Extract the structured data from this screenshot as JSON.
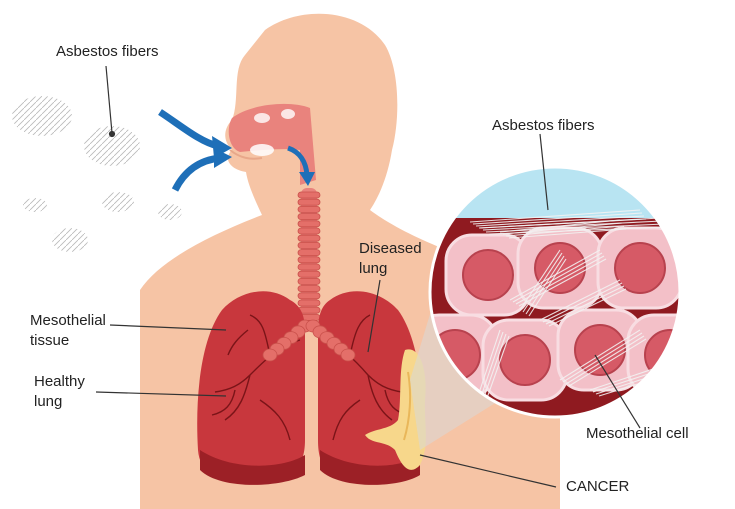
{
  "labels": {
    "fibers_left": "Asbestos fibers",
    "fibers_zoom": "Asbestos fibers",
    "diseased_lung": "Diseased\nlung",
    "mesothelial_tissue": "Mesothelial\ntissue",
    "healthy_lung": "Healthy\nlung",
    "mesothelial_cell": "Mesothelial cell",
    "cancer": "CANCER"
  },
  "icons": {
    "inhale": "curved-arrow-icon",
    "fiber": "fiber-cluster-icon"
  },
  "colors": {
    "skin": "#f6c4a5",
    "lung": "#c8373d",
    "lung_dark": "#9c2026",
    "airway": "#e9837d",
    "arrow": "#1e6fb8",
    "tumor": "#f7d78b",
    "cell_outer": "#f3c0c8",
    "cell_nucleus": "#d65a66",
    "zoom_bg": "#b8e4f2",
    "label_text": "#222222"
  }
}
